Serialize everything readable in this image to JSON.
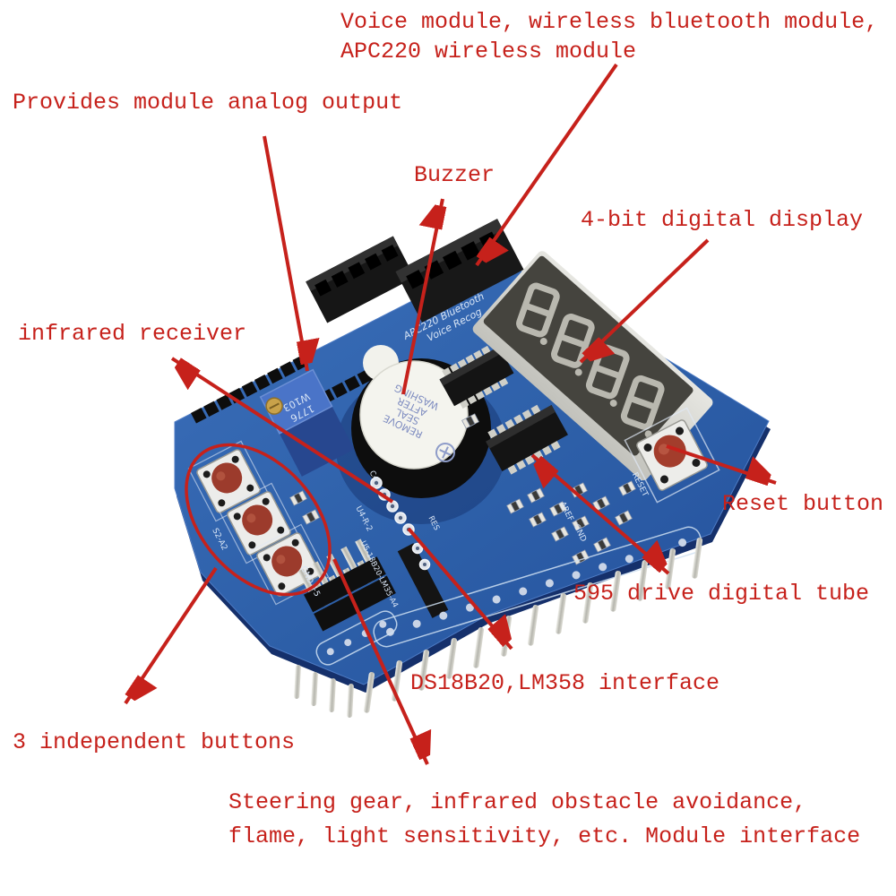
{
  "annotations": {
    "voice_module_line1": "Voice module, wireless bluetooth module,",
    "voice_module_line2": "APC220 wireless module",
    "analog_output": "Provides module analog output",
    "buzzer": "Buzzer",
    "digital_display": "4-bit digital display",
    "infrared_receiver": "infrared receiver",
    "reset_button": "Reset button",
    "drive_595": "595 drive digital tube",
    "ds18b20_lm358": "DS18B20,LM358 interface",
    "independent_buttons": "3 independent buttons",
    "module_interface_line1": "Steering gear, infrared obstacle avoidance,",
    "module_interface_line2": "flame, light sensitivity, etc. Module interface"
  },
  "board": {
    "silkscreen": {
      "apc220": "APC220 Bluetooth",
      "voice_recog": "Voice Recog",
      "reset": "RESET",
      "pot_mark_top": "1776",
      "pot_mark_bottom": "W103",
      "u4": "U4-R-2",
      "u5": "U5-18B20-LM35-A4",
      "gnd5": "GND +5",
      "aref": "AREF",
      "gnd": "GND",
      "s2": "S2-A2",
      "c4": "C4",
      "res": "RES"
    },
    "buzzer_sticker": {
      "line1": "REMOVE",
      "line2": "SEAL",
      "line3": "AFTER",
      "line4": "WASHING"
    },
    "colors": {
      "annotation_red": "#c6211b",
      "pcb_blue": "#2d5fa8",
      "pcb_edge_dark": "#15306b",
      "button_cap_red": "#9c3b2c",
      "display_face": "#45443e",
      "display_segment": "#b9b8af",
      "pot_blue": "#4a74c8"
    }
  }
}
